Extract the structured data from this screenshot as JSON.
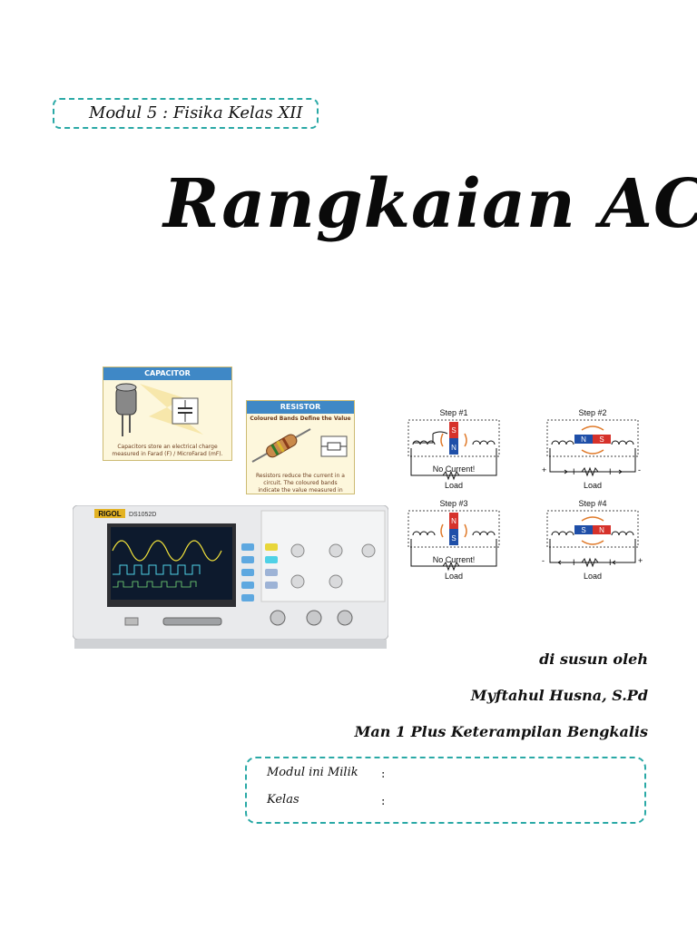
{
  "header": {
    "module_label": "Modul 5 : Fisika Kelas XII"
  },
  "title": "Rangkaian AC",
  "capacitor_card": {
    "heading": "CAPACITOR",
    "description": "Capacitors store an electrical charge measured in Farad (F) / MicroFarad (mF)."
  },
  "resistor_card": {
    "heading": "RESISTOR",
    "subheading": "Coloured Bands Define the Value",
    "description": "Resistors reduce the current in a circuit. The coloured bands indicate the value measured in ohms (Ω)."
  },
  "generator_steps": [
    {
      "label": "Step #1",
      "status": "No Current!",
      "load": "Load",
      "top_pole": "S",
      "bottom_pole": "N"
    },
    {
      "label": "Step #2",
      "status": "",
      "load": "Load",
      "left_pole": "N",
      "right_pole": "S",
      "current_symbol": "I",
      "plus": "+",
      "minus": "-"
    },
    {
      "label": "Step #3",
      "status": "No Current!",
      "load": "Load",
      "top_pole": "N",
      "bottom_pole": "S"
    },
    {
      "label": "Step #4",
      "status": "",
      "load": "Load",
      "left_pole": "S",
      "right_pole": "N",
      "current_symbol": "I",
      "plus": "+",
      "minus": "-"
    }
  ],
  "oscilloscope": {
    "brand": "RIGOL",
    "model": "DS1052D"
  },
  "credits": {
    "line1": "di susun oleh",
    "line2": "Myftahul Husna, S.Pd",
    "line3": "Man 1 Plus Keterampilan Bengkalis"
  },
  "owner_box": {
    "owner_label": "Modul ini Milik",
    "class_label": "Kelas",
    "colon": ":"
  },
  "colors": {
    "accent": "#2aa9a6",
    "card_header": "#3f88c6",
    "magnet_red": "#d6322b",
    "magnet_blue": "#1f4fa8"
  }
}
